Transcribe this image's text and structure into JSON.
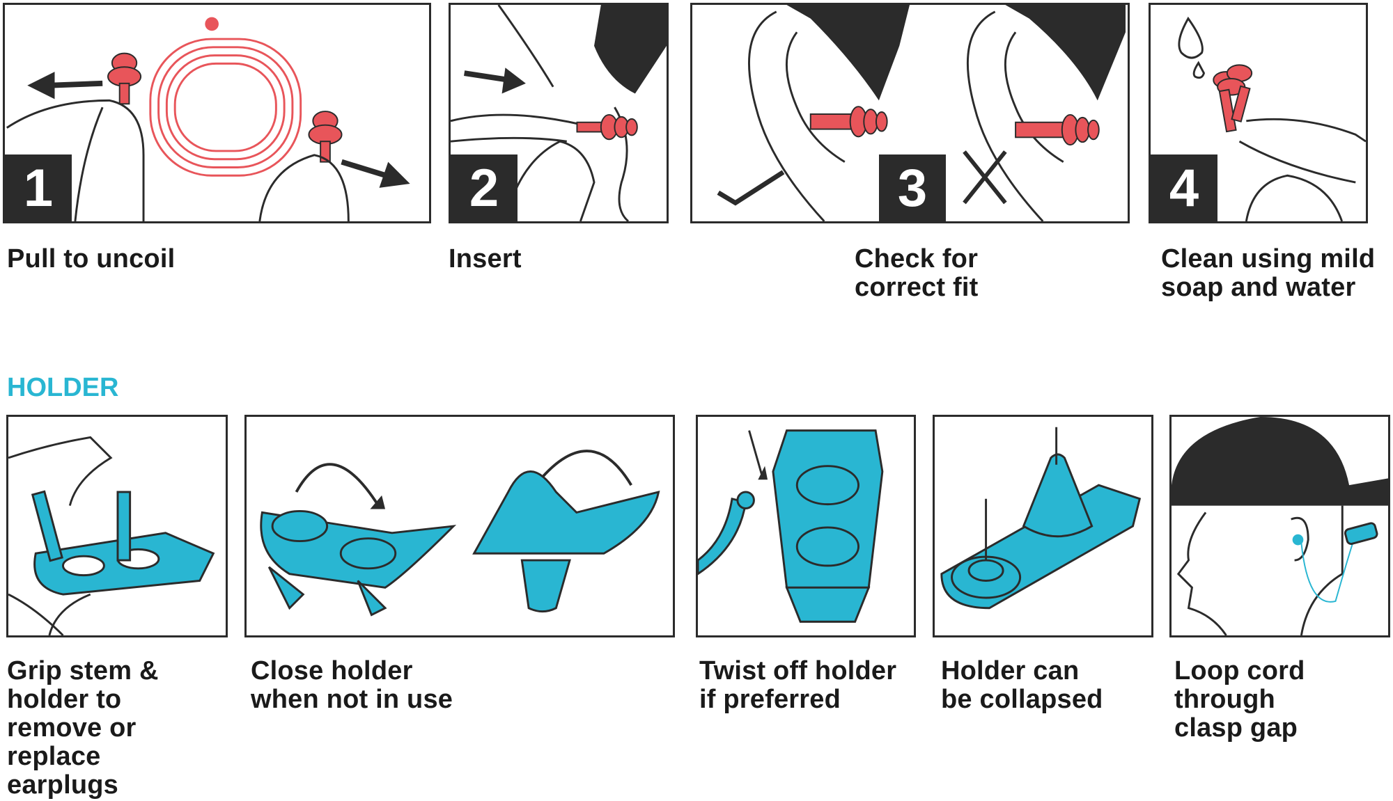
{
  "colors": {
    "earplug": "#e8555a",
    "holder": "#29b6d2",
    "ink": "#2b2b2b"
  },
  "steps": [
    {
      "number": "1",
      "label": "Pull to uncoil"
    },
    {
      "number": "2",
      "label": "Insert"
    },
    {
      "number": "3",
      "label": "Check for\ncorrect fit"
    },
    {
      "number": "4",
      "label": "Clean using mild\nsoap and water"
    }
  ],
  "holder_section": {
    "title": "HOLDER",
    "panels": [
      {
        "label": "Grip stem &\nholder to\nremove or\nreplace\nearplugs"
      },
      {
        "label": "Close holder\nwhen not in use"
      },
      {
        "label": "Twist off holder\nif preferred"
      },
      {
        "label": "Holder can\nbe collapsed"
      },
      {
        "label": "Loop cord\nthrough\nclasp gap"
      }
    ]
  }
}
